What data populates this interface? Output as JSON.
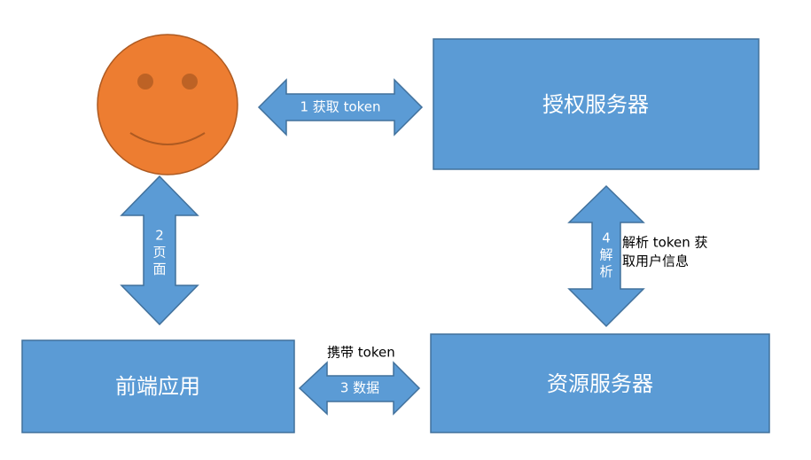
{
  "colors": {
    "box_fill": "#5b9bd5",
    "box_stroke": "#41719c",
    "face_fill": "#ed7d31",
    "face_stroke": "#ae5a21",
    "feature": "#ae5a21",
    "text_on_shape": "#ffffff",
    "text_outside": "#000000"
  },
  "face": {
    "icon": "smiley-face-icon"
  },
  "boxes": {
    "auth_server": "授权服务器",
    "frontend": "前端应用",
    "resource_server": "资源服务器"
  },
  "arrows": {
    "get_token": "1 获取 token",
    "page": [
      "2",
      "页",
      "面"
    ],
    "data": "3 数据",
    "parse": [
      "4",
      "解",
      "析"
    ]
  },
  "notes": {
    "carry_token": "携带 token",
    "parse_token": [
      "解析 token 获",
      "取用户信息"
    ]
  }
}
